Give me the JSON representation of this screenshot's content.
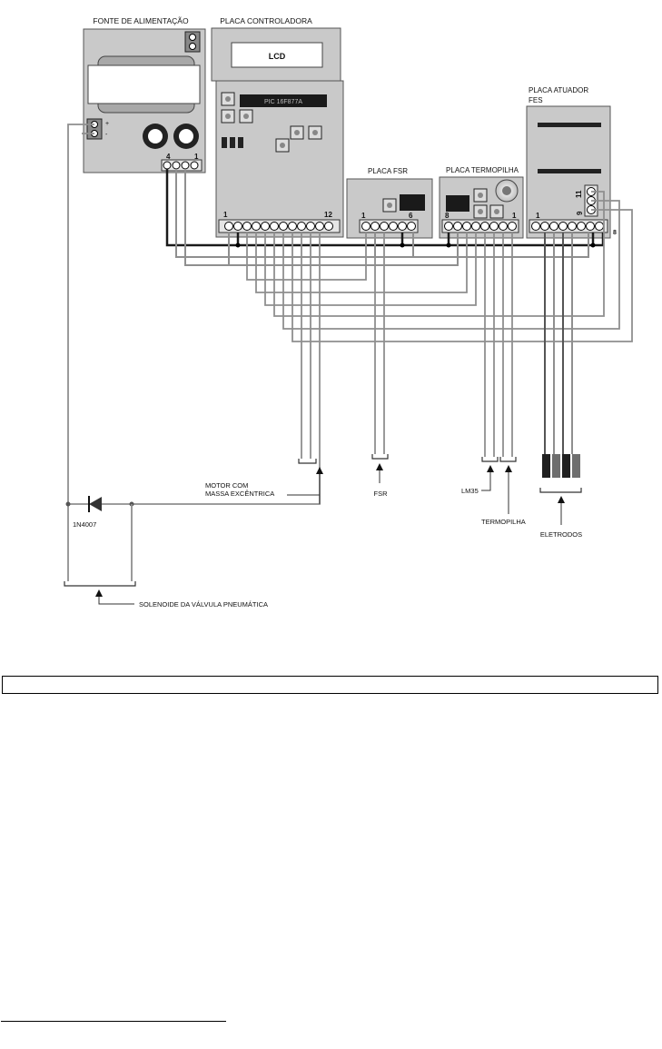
{
  "boards": {
    "power_supply": {
      "title": "FONTE DE ALIMENTAÇÃO",
      "pin_left": "4",
      "pin_right": "1",
      "side_plus": "+",
      "side_minus": "-"
    },
    "controller": {
      "title": "PLACA CONTROLADORA",
      "lcd": "LCD",
      "chip": "PIC 16F877A",
      "pin_first": "1",
      "pin_last": "12"
    },
    "fsr": {
      "title": "PLACA FSR",
      "pin_first": "1",
      "pin_last": "6"
    },
    "thermopile": {
      "title": "PLACA TERMOPILHA",
      "pin_first": "8",
      "pin_last": "1"
    },
    "actuator": {
      "title_line1": "PLACA ATUADOR",
      "title_line2": "FES",
      "pin_first": "1",
      "pin_last": "8",
      "side_top": "11",
      "side_bottom": "9"
    }
  },
  "components": {
    "motor_line1": "MOTOR COM",
    "motor_line2": "MASSA EXCÊNTRICA",
    "fsr": "FSR",
    "lm35": "LM35",
    "thermopile": "TERMOPILHA",
    "electrodes": "ELETRODOS",
    "diode": "1N4007",
    "solenoid": "SOLENOIDE DA VÁLVULA PNEUMÁTICA"
  },
  "colors": {
    "board": "#c9c9c9",
    "wire_dark": "#1a1a1a",
    "wire_gray": "#8f8f8f",
    "electrode_dark": "#202020",
    "electrode_mid": "#6e6e6e"
  }
}
